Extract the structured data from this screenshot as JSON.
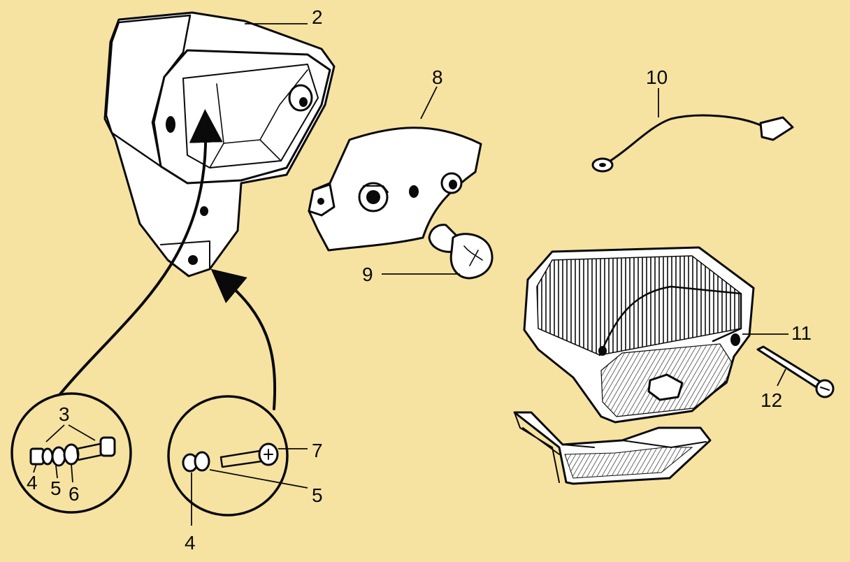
{
  "callouts": {
    "c2": "2",
    "c3": "3",
    "c4a": "4",
    "c5a": "5",
    "c6": "6",
    "c7": "7",
    "c5b": "5",
    "c4b": "4",
    "c8": "8",
    "c9": "9",
    "c10": "10",
    "c11": "11",
    "c12": "12"
  },
  "colors": {
    "background": "#f6e3a2",
    "ink": "#0a0a0a",
    "part_fill": "#ffffff"
  }
}
